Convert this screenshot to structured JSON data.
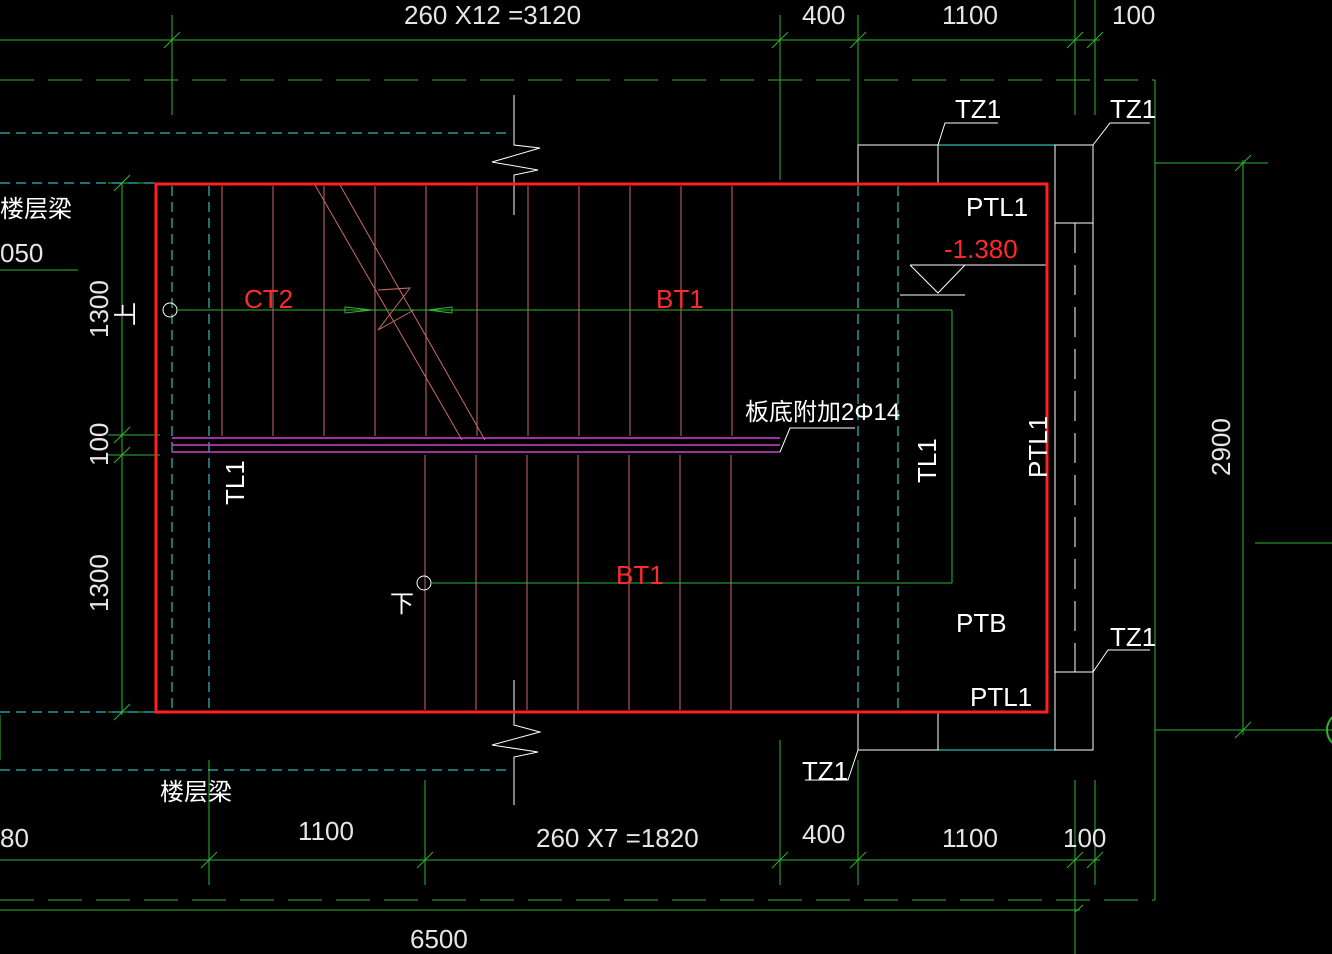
{
  "colors": {
    "background": "#000000",
    "dimension": "#2fb52f",
    "outline_red": "#ff2020",
    "beam_cyan": "#3ee0e0",
    "tread": "#c86a6a",
    "rebar": "#d040d0",
    "text": "#ffffff",
    "elevation": "#ff3030"
  },
  "dimensions": {
    "top": [
      "260 X12 =3120",
      "400",
      "1100",
      "100"
    ],
    "bottom": [
      "80",
      "1100",
      "260 X7 =1820",
      "400",
      "1100",
      "100"
    ],
    "overall": "6500",
    "left": [
      "1300",
      "100",
      "1300"
    ],
    "right": "2900",
    "left_partial": "050"
  },
  "labels": {
    "floor_beam_top": "楼层梁",
    "floor_beam_bottom": "楼层梁",
    "ct2": "CT2",
    "bt1_upper": "BT1",
    "bt1_lower": "BT1",
    "up": "上",
    "down": "下",
    "rebar_note": "板底附加2Φ14",
    "tl1_left": "TL1",
    "tl1_right": "TL1",
    "ptl1_vertical": "PTL1",
    "ptl1_top": "PTL1",
    "ptl1_bottom": "PTL1",
    "ptb": "PTB",
    "elevation": "-1.380",
    "tz1_top_left": "TZ1",
    "tz1_top_right": "TZ1",
    "tz1_right": "TZ1",
    "tz1_bottom": "TZ1"
  }
}
